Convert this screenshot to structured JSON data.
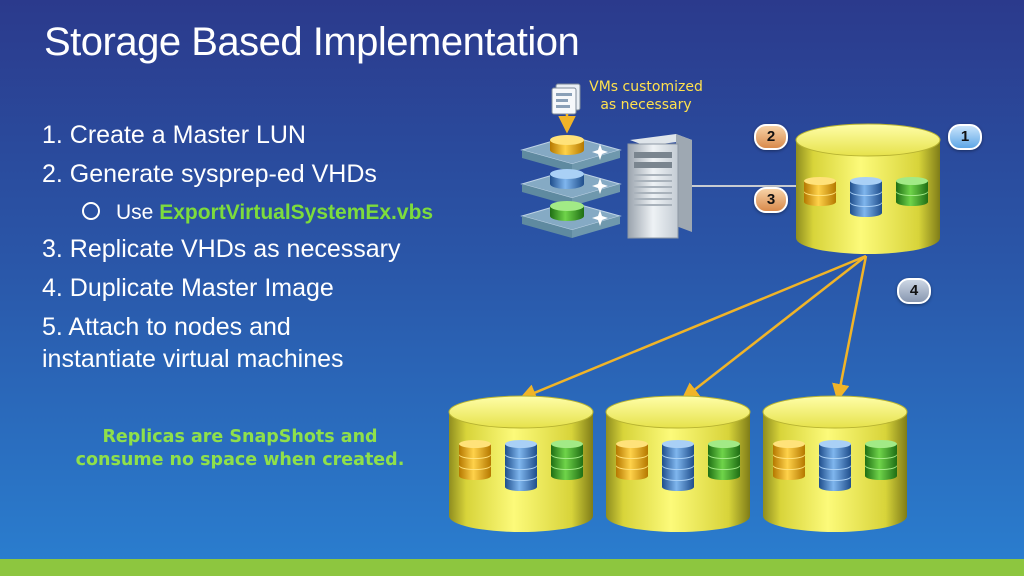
{
  "slide": {
    "title": "Storage Based Implementation",
    "steps": [
      "1. Create a Master LUN",
      "2. Generate sysprep-ed VHDs",
      "3. Replicate VHDs as necessary",
      "4. Duplicate Master Image",
      "5. Attach to nodes and",
      "instantiate virtual machines"
    ],
    "sub_bullet": {
      "prefix": "Use ",
      "highlight": "ExportVirtualSystemEx.vbs"
    },
    "vm_note_line1": "VMs customized",
    "vm_note_line2": "as necessary",
    "replica_note_line1": "Replicas are SnapShots and",
    "replica_note_line2": "consume no space when created.",
    "badges": [
      "1",
      "2",
      "3",
      "4"
    ]
  },
  "colors": {
    "accent_green": "#7ddc3c",
    "note_yellow": "#ffe14d",
    "bottom_bar": "#8dc63f"
  }
}
